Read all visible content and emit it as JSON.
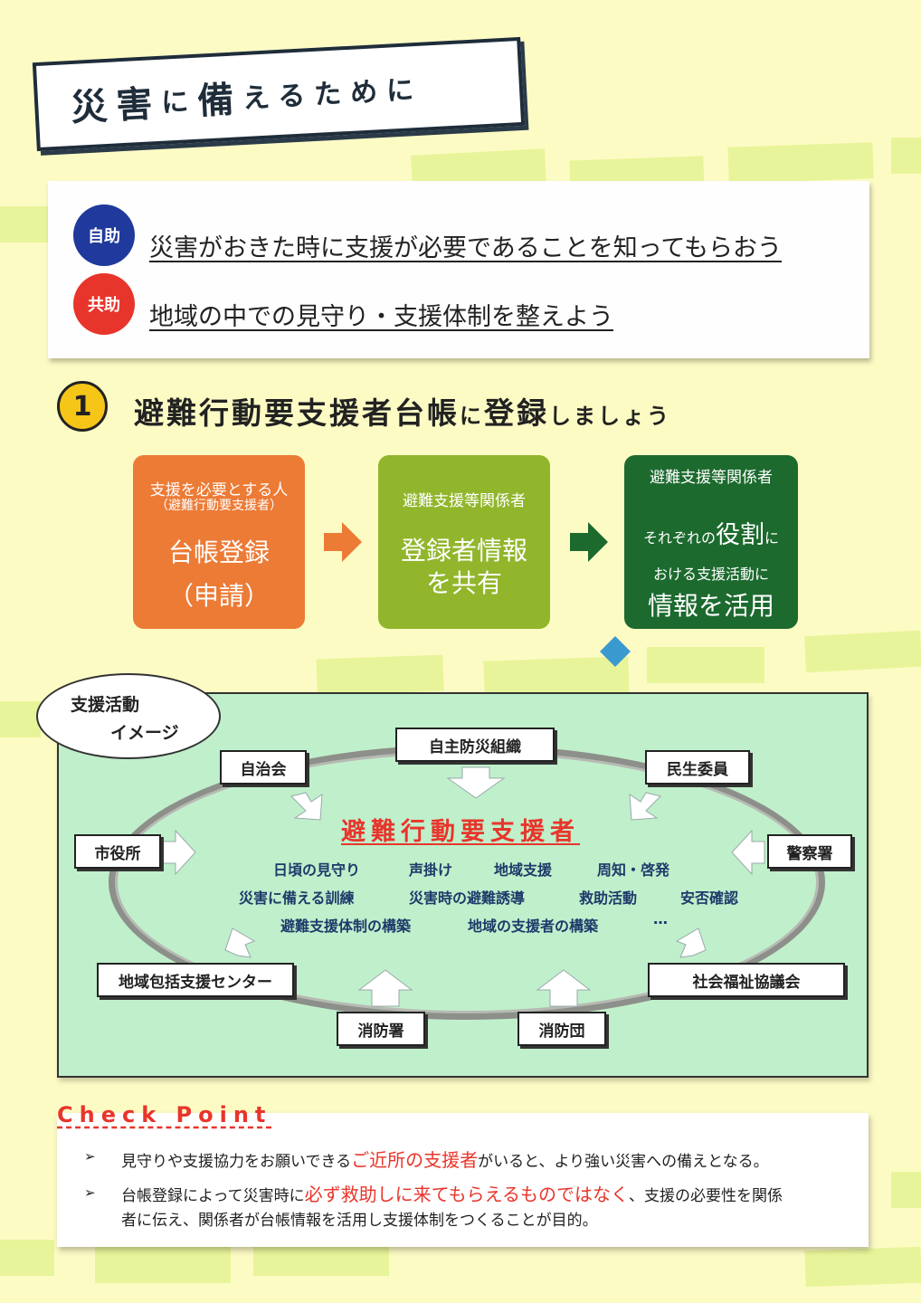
{
  "title": {
    "c1": "災",
    "c2": "害",
    "c3": "に",
    "c4": "備",
    "c5": "えるために"
  },
  "intro": {
    "jijo_badge": "自助",
    "jijo_text": "災害がおきた時に支援が必要であることを知ってもらおう",
    "kyojo_badge": "共助",
    "kyojo_text": "地域の中での見守り・支援体制を整えよう"
  },
  "section": {
    "number": "1",
    "h1": "避難行動要支援者台帳",
    "h2": "に",
    "h3": "登録",
    "h4": "しましょう"
  },
  "flow": {
    "box1_sub1": "支援を必要とする人",
    "box1_sub2": "（避難行動要支援者）",
    "box1_main1": "台帳登録",
    "box1_main2": "（申請）",
    "box2_sub": "避難支援等関係者",
    "box2_main1": "登録者情報",
    "box2_main2": "を共有",
    "box3_sub": "避難支援等関係者",
    "box3_l1a": "それぞれの",
    "box3_l1b": "役割",
    "box3_l1c": "に",
    "box3_l2": "おける支援活動に",
    "box3_main": "情報を活用"
  },
  "diagram": {
    "cloud_l1": "支援活動",
    "cloud_l2": "イメージ",
    "center": "避難行動要支援者",
    "orgs": {
      "jishubo": "自主防災組織",
      "jichikai": "自治会",
      "minsei": "民生委員",
      "shiyakusho": "市役所",
      "keisatsu": "警察署",
      "houkatsu": "地域包括支援センター",
      "shakyo": "社会福祉協議会",
      "shobosho": "消防署",
      "shobodan": "消防団"
    },
    "acts": [
      "日頃の見守り",
      "声掛け",
      "地域支援",
      "周知・啓発",
      "災害に備える訓練",
      "災害時の避難誘導",
      "救助活動",
      "安否確認",
      "避難支援体制の構築",
      "地域の支援者の構築",
      "…"
    ]
  },
  "check": {
    "title": "Check Point",
    "bullet": "➢",
    "l1a": "見守りや支援協力をお願いできる",
    "l1b": "ご近所の支援者",
    "l1c": "がいると、より強い災害への備えとなる。",
    "l2a": "台帳登録によって災害時に",
    "l2b": "必ず救助しに来てもらえるものではなく",
    "l2c": "、支援の必要性を関係",
    "l3": "者に伝え、関係者が台帳情報を活用し支援体制をつくることが目的。"
  },
  "colors": {
    "background": "#fdfbc4",
    "stripe": "#e8f49a",
    "orange": "#ec7b36",
    "lime": "#91b62c",
    "green": "#1c6a2e",
    "red": "#e8352b",
    "panel": "#c0efcb"
  }
}
